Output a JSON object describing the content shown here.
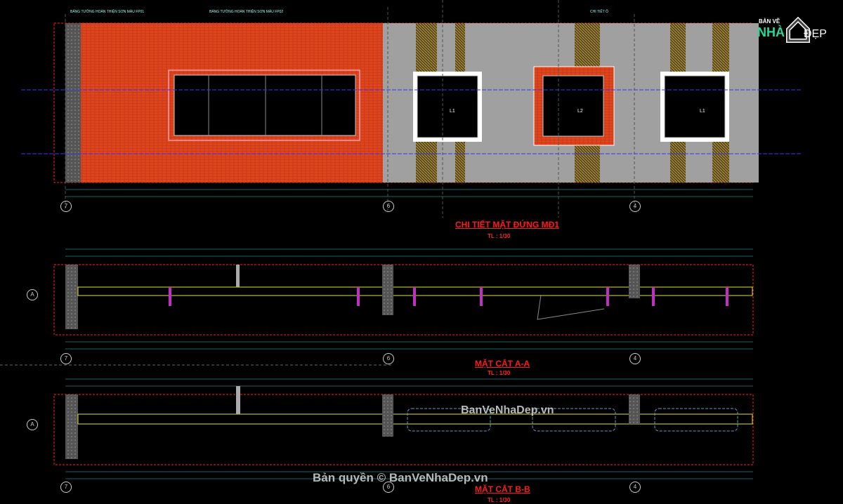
{
  "drawing": {
    "elevation": {
      "title": "CHI TIẾT MẶT ĐỨNG MĐ1",
      "scale": "TL : 1/30",
      "window_labels": [
        "L1",
        "L2",
        "L1"
      ]
    },
    "section_a": {
      "title": "MẶT CẮT A-A",
      "scale": "TL : 1/30"
    },
    "section_b": {
      "title": "MẶT CẮT B-B",
      "scale": "TL : 1/30"
    },
    "axes": [
      "7",
      "6",
      "4"
    ],
    "row_axes": [
      "A"
    ],
    "annotations": [
      "BẢNG TƯỜNG HOÀN THIỆN SƠN MÀU FP01",
      "BẢNG TƯỜNG HOÀN THIỆN SƠN MÀU FP02",
      "CHI TIẾT Ô"
    ]
  },
  "logo": {
    "line1": "BẢN VẼ",
    "line2": "NHÀ",
    "line3": "ĐẸP"
  },
  "watermarks": {
    "center": "BanVeNhaDep.vn",
    "copyright": "Bản quyền © BanVeNhaDep.vn"
  },
  "colors": {
    "background": "#000000",
    "frame": "#ff2020",
    "brick": "#e0461c",
    "panel": "#a0a0a0",
    "dimension": "#33cccc",
    "grid": "#3333ff",
    "wall": "#e0e040"
  }
}
